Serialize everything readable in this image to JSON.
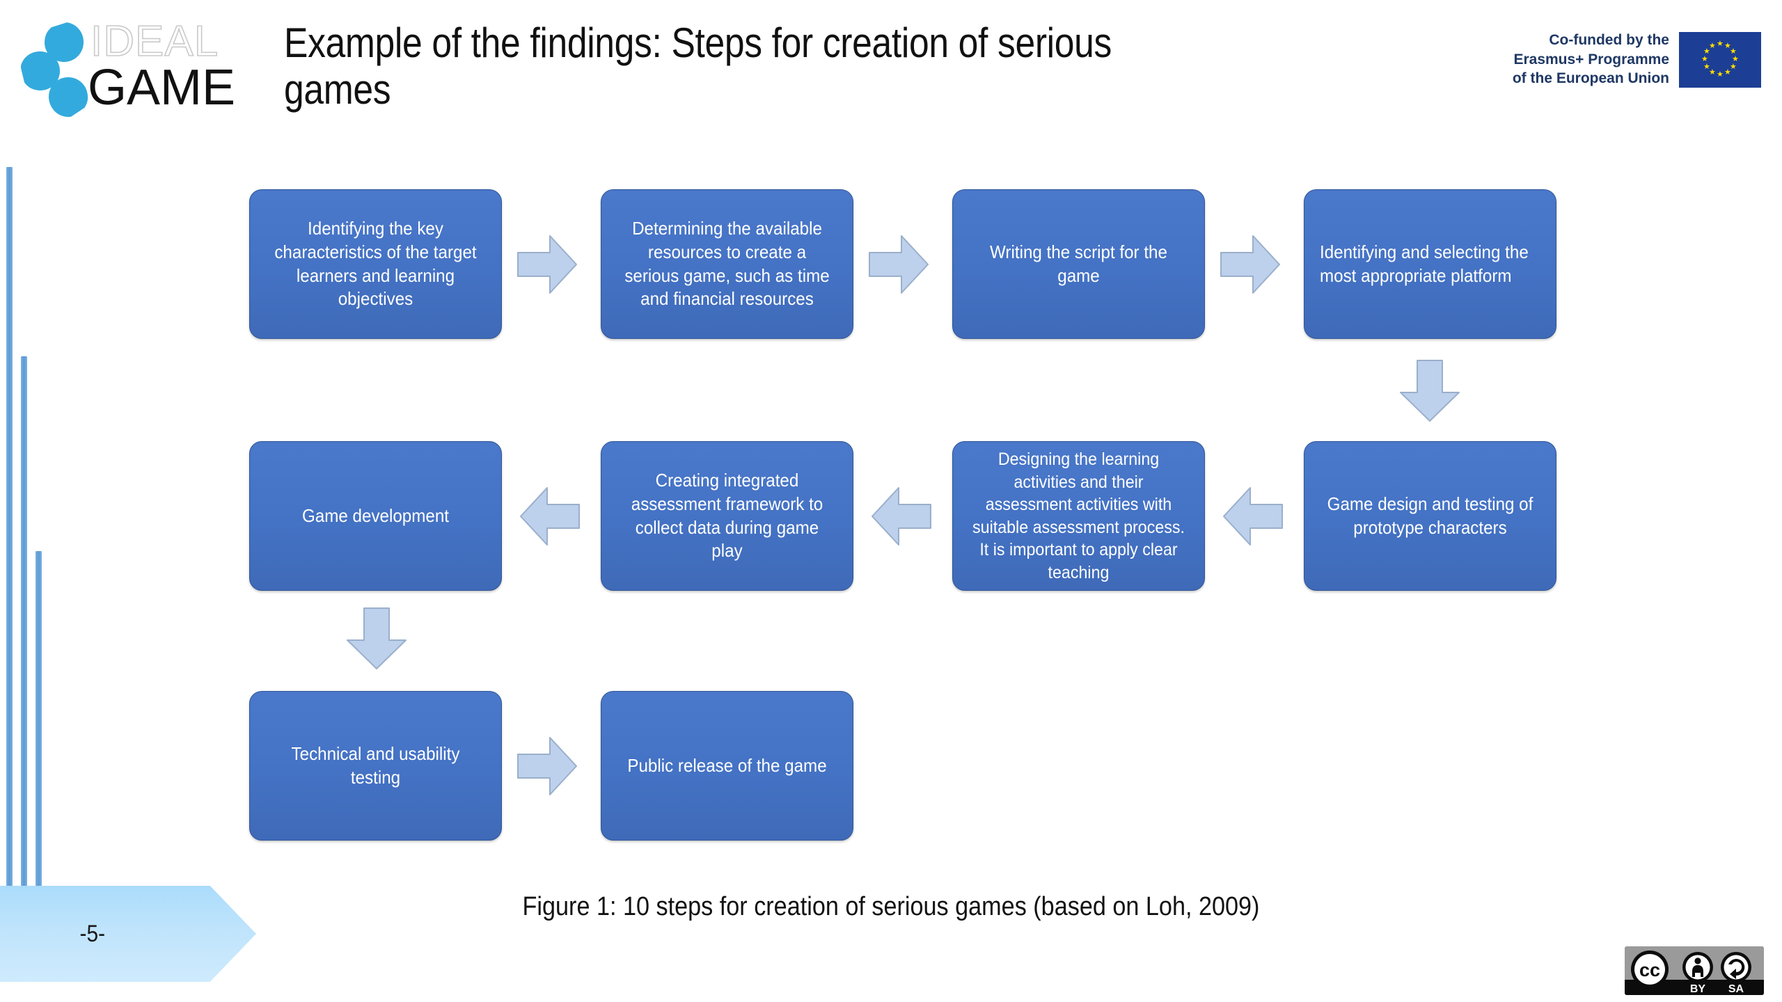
{
  "header": {
    "logo": {
      "name": "IDEAL GAME",
      "word_top": "IDEAL",
      "word_bottom": "GAME"
    },
    "title": "Example of the findings: Steps for creation of serious games",
    "eu_funding": {
      "line1": "Co-funded by the",
      "line2": "Erasmus+ Programme",
      "line3": "of the European Union"
    }
  },
  "diagram": {
    "nodes": [
      {
        "id": "step-1",
        "label": "Identifying the key characteristics of the target learners and learning objectives"
      },
      {
        "id": "step-2",
        "label": "Determining the available resources to create a serious game, such as time and financial resources"
      },
      {
        "id": "step-3",
        "label": "Writing the script for the game"
      },
      {
        "id": "step-4",
        "label": "Identifying and selecting the most appropriate platform"
      },
      {
        "id": "step-5",
        "label": "Game design and testing of prototype characters"
      },
      {
        "id": "step-6",
        "label": "Designing the learning activities and their assessment activities with suitable assessment process. It is important to apply clear teaching"
      },
      {
        "id": "step-7",
        "label": "Creating integrated assessment framework to collect data during game play"
      },
      {
        "id": "step-8",
        "label": "Game development"
      },
      {
        "id": "step-9",
        "label": "Technical and usability testing"
      },
      {
        "id": "step-10",
        "label": "Public release of the game"
      }
    ],
    "connectors": [
      {
        "id": "arrow-1-2",
        "direction": "right"
      },
      {
        "id": "arrow-2-3",
        "direction": "right"
      },
      {
        "id": "arrow-3-4",
        "direction": "right"
      },
      {
        "id": "arrow-4-5",
        "direction": "down"
      },
      {
        "id": "arrow-5-6",
        "direction": "left"
      },
      {
        "id": "arrow-6-7",
        "direction": "left"
      },
      {
        "id": "arrow-7-8",
        "direction": "left"
      },
      {
        "id": "arrow-8-9",
        "direction": "down"
      },
      {
        "id": "arrow-9-10",
        "direction": "right"
      }
    ]
  },
  "caption": "Figure 1: 10 steps for creation of serious games (based on Loh, 2009)",
  "footer": {
    "page_number": "-5-",
    "license": {
      "mark": "CC",
      "by": "BY",
      "sa": "SA"
    }
  },
  "colors": {
    "node_fill": "#4472C4",
    "node_border": "#2F5597",
    "arrow_fill": "#B9CCE9",
    "arrow_border": "#9AAFCB",
    "accent_blue": "#5B9BD5",
    "page_band": "#BFE4FC",
    "eu_blue": "#1C3E94",
    "eu_star": "#FFDD00",
    "logo_blue": "#33AADD"
  }
}
